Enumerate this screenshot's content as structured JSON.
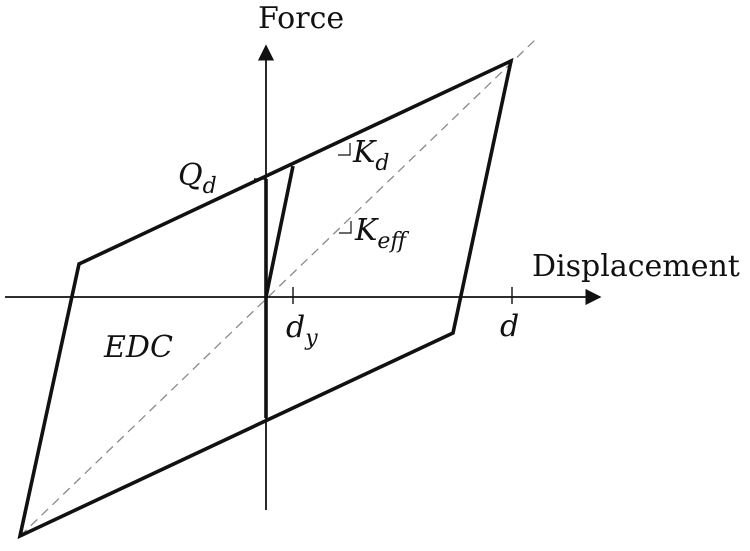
{
  "diagram": {
    "axes": {
      "y_label": "Force",
      "x_label": "Displacement"
    },
    "labels": {
      "qd_main": "Q",
      "qd_sub": "d",
      "kd_main": "K",
      "kd_sub": "d",
      "keff_main": "K",
      "keff_sub": "eff",
      "dy_main": "d",
      "dy_sub": "y",
      "d": "d",
      "edc": "EDC"
    },
    "colors": {
      "loop": "#111111",
      "axes": "#111111",
      "dashed_line": "#8a8a8a",
      "background": "#ffffff"
    }
  }
}
